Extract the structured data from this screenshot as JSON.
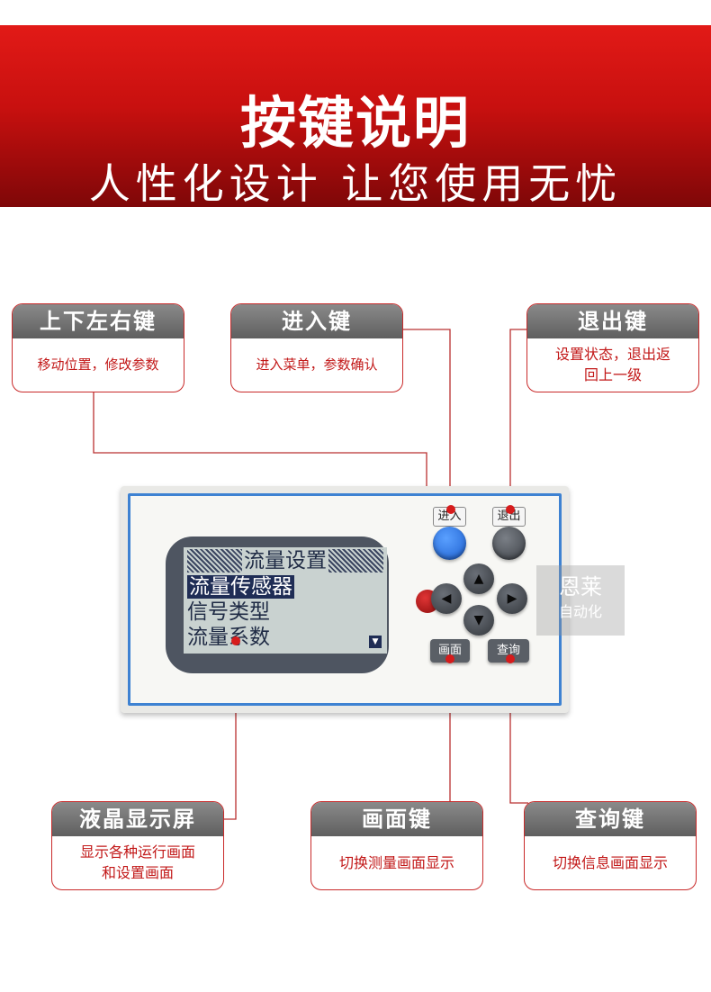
{
  "header": {
    "title": "按键说明",
    "subtitle": "人性化设计 让您使用无忧"
  },
  "callouts": {
    "arrow_keys": {
      "title": "上下左右键",
      "desc": "移动位置，修改参数"
    },
    "enter_key": {
      "title": "进入键",
      "desc": "进入菜单，参数确认"
    },
    "exit_key": {
      "title": "退出键",
      "desc_line1": "设置状态，退出返",
      "desc_line2": "回上一级"
    },
    "lcd": {
      "title": "液晶显示屏",
      "desc_line1": "显示各种运行画面",
      "desc_line2": "和设置画面"
    },
    "screen_key": {
      "title": "画面键",
      "desc": "切换测量画面显示"
    },
    "query_key": {
      "title": "查询键",
      "desc": "切换信息画面显示"
    }
  },
  "device": {
    "lcd_title": "流量设置",
    "lcd_items": [
      "流量传感器",
      "信号类型",
      "流量系数"
    ],
    "enter_label": "进入",
    "exit_label": "退出",
    "screen_label": "画面",
    "query_label": "查询",
    "accent_color": "#3e82d2"
  },
  "watermark": {
    "line1": "恩莱",
    "line2": "自动化"
  }
}
